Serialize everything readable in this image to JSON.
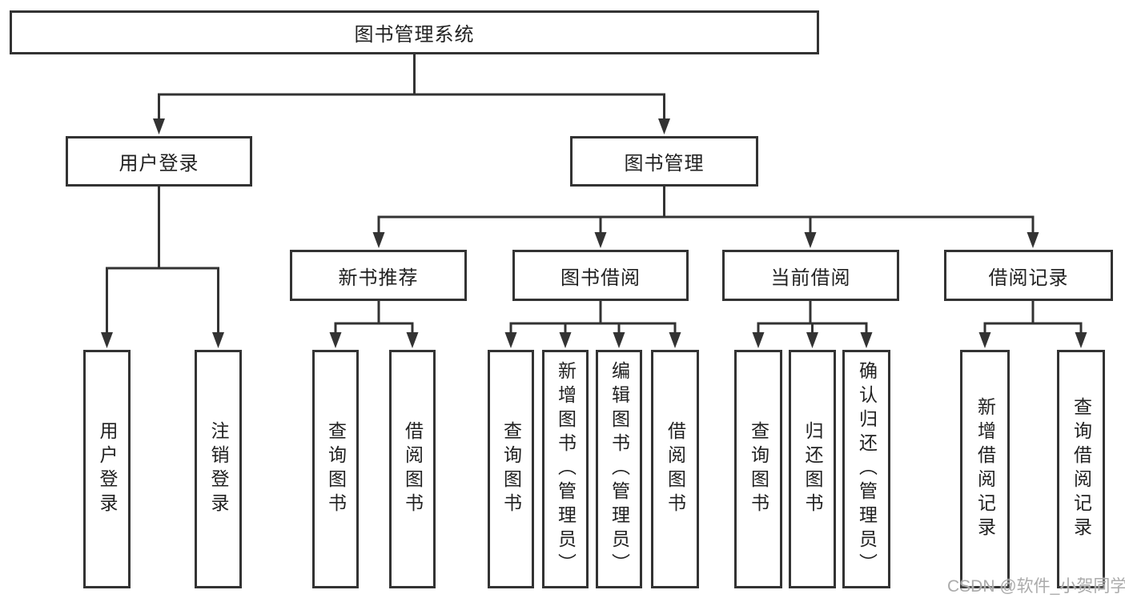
{
  "colors": {
    "line": "#333333",
    "box_border": "#333333",
    "text": "#212121",
    "background": "#ffffff",
    "watermark": "#ababab"
  },
  "tree": {
    "root": {
      "label": "图书管理系统"
    },
    "level2": [
      {
        "label": "用户登录",
        "children": [
          {
            "label": "用户登录"
          },
          {
            "label": "注销登录"
          }
        ]
      },
      {
        "label": "图书管理",
        "children": [
          {
            "label": "新书推荐",
            "children": [
              {
                "label": "查询图书"
              },
              {
                "label": "借阅图书"
              }
            ]
          },
          {
            "label": "图书借阅",
            "children": [
              {
                "label": "查询图书"
              },
              {
                "label": "新增图书（管理员）"
              },
              {
                "label": "编辑图书（管理员）"
              },
              {
                "label": "借阅图书"
              }
            ]
          },
          {
            "label": "当前借阅",
            "children": [
              {
                "label": "查询图书"
              },
              {
                "label": "归还图书"
              },
              {
                "label": "确认归还（管理员）"
              }
            ]
          },
          {
            "label": "借阅记录",
            "children": [
              {
                "label": "新增借阅记录"
              },
              {
                "label": "查询借阅记录"
              }
            ]
          }
        ]
      }
    ]
  },
  "watermark": {
    "text": "CSDN @软件_小贺同学"
  }
}
